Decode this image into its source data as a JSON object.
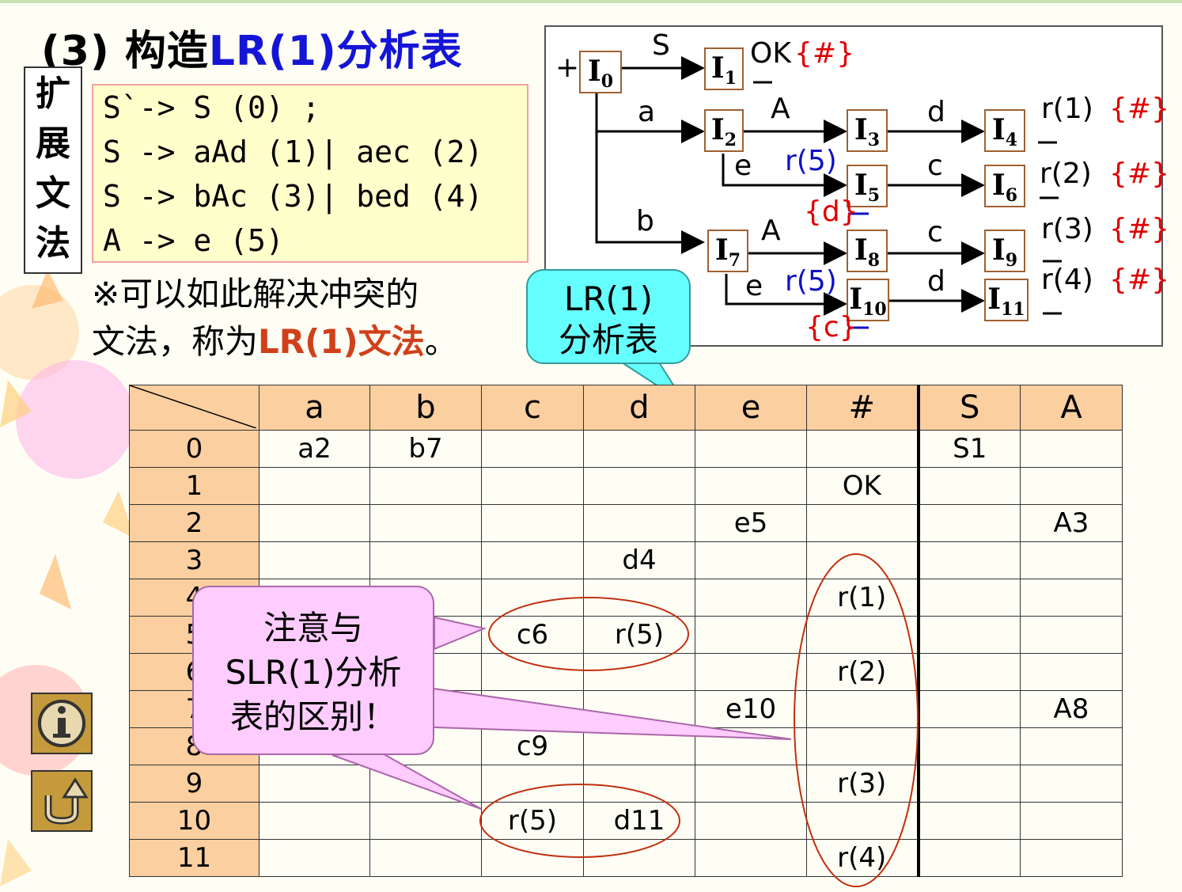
{
  "title": {
    "prefix": "(3) 构造",
    "highlight": "LR(1)分析表"
  },
  "extended_label": [
    "扩",
    "展",
    "文",
    "法"
  ],
  "grammar": [
    "S`-> S (0) ;",
    "S -> aAd (1)| aec (2)",
    "S -> bAc (3)| bed (4)",
    "A -> e (5)"
  ],
  "note": {
    "line1": "※可以如此解决冲突的",
    "line2_prefix": "文法，称为",
    "line2_highlight": "LR(1)文法",
    "line2_suffix": "。"
  },
  "callout": {
    "line1": "LR(1)",
    "line2": "分析表"
  },
  "dfa": {
    "plus": "+",
    "states": {
      "I0": "0",
      "I1": "1",
      "I2": "2",
      "I3": "3",
      "I4": "4",
      "I5": "5",
      "I6": "6",
      "I7": "7",
      "I8": "8",
      "I9": "9",
      "I10": "10",
      "I11": "11"
    },
    "state_letter": "I",
    "edge_labels": {
      "S": "S",
      "a": "a",
      "A1": "A",
      "d1": "d",
      "e1": "e",
      "c1": "c",
      "b": "b",
      "A2": "A",
      "c2": "c",
      "e2": "e",
      "d2": "d"
    },
    "annotations": {
      "ok": "OK",
      "ok_la": "{#}",
      "r1": "r(1)",
      "r1_la": "{#}",
      "r2": "r(2)",
      "r2_la": "{#}",
      "r3": "r(3)",
      "r3_la": "{#}",
      "r4": "r(4)",
      "r4_la": "{#}",
      "r5a": "r(5)",
      "r5a_la": "{d}",
      "r5b": "r(5)",
      "r5b_la": "{c}"
    }
  },
  "table": {
    "headers": [
      "a",
      "b",
      "c",
      "d",
      "e",
      "#",
      "S",
      "A"
    ],
    "rows": [
      {
        "state": "0",
        "cells": [
          "a2",
          "b7",
          "",
          "",
          "",
          "",
          "S1",
          ""
        ]
      },
      {
        "state": "1",
        "cells": [
          "",
          "",
          "",
          "",
          "",
          "OK",
          "",
          ""
        ]
      },
      {
        "state": "2",
        "cells": [
          "",
          "",
          "",
          "",
          "e5",
          "",
          "",
          "A3"
        ]
      },
      {
        "state": "3",
        "cells": [
          "",
          "",
          "",
          "d4",
          "",
          "",
          "",
          ""
        ]
      },
      {
        "state": "4",
        "cells": [
          "",
          "",
          "",
          "",
          "",
          "r(1)",
          "",
          ""
        ]
      },
      {
        "state": "5",
        "cells": [
          "",
          "",
          "c6",
          "r(5)",
          "",
          "",
          "",
          ""
        ]
      },
      {
        "state": "6",
        "cells": [
          "",
          "",
          "",
          "",
          "",
          "r(2)",
          "",
          ""
        ]
      },
      {
        "state": "7",
        "cells": [
          "",
          "",
          "",
          "",
          "e10",
          "",
          "",
          "A8"
        ]
      },
      {
        "state": "8",
        "cells": [
          "",
          "",
          "c9",
          "",
          "",
          "",
          "",
          ""
        ]
      },
      {
        "state": "9",
        "cells": [
          "",
          "",
          "",
          "",
          "",
          "r(3)",
          "",
          ""
        ]
      },
      {
        "state": "10",
        "cells": [
          "",
          "",
          "r(5)",
          "d11",
          "",
          "",
          "",
          ""
        ]
      },
      {
        "state": "11",
        "cells": [
          "",
          "",
          "",
          "",
          "",
          "r(4)",
          "",
          ""
        ]
      }
    ]
  },
  "pink_note": {
    "line1": "注意与",
    "line2": "SLR(1)分析",
    "line3": "表的区别！"
  },
  "nav": {
    "info_icon": "info-icon",
    "return_icon": "return-icon"
  },
  "colors": {
    "header_bg": "#fbcf9f",
    "callout_bg": "#66ffff",
    "note_bg": "#ffccff",
    "grammar_bg": "#ffffcc",
    "title_blue": "#1515d6"
  }
}
